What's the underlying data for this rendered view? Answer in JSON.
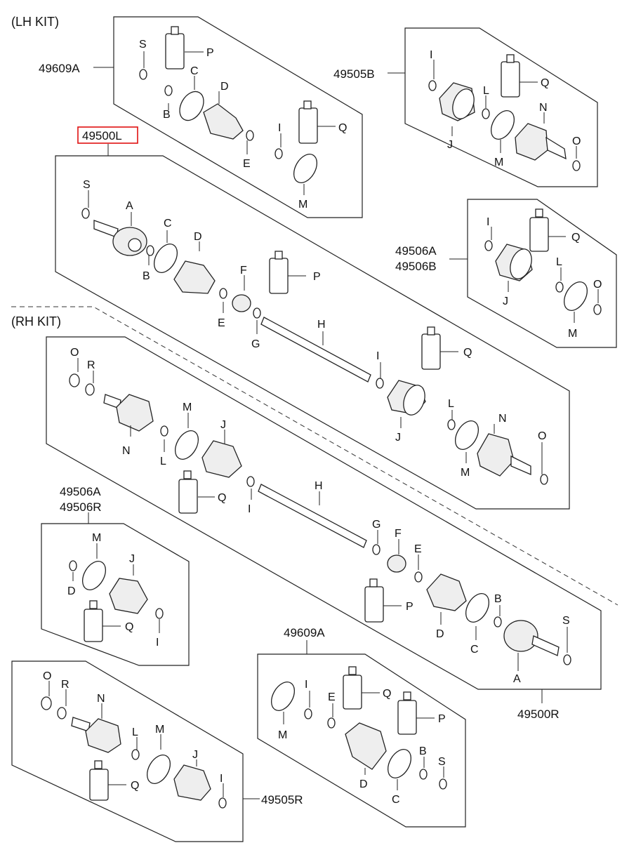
{
  "kit_labels": {
    "lh": "(LH KIT)",
    "rh": "(RH KIT)"
  },
  "part_numbers": {
    "lh_boot_kit_outer": "49609A",
    "lh_boot_kit_inner": "49505B",
    "lh_shaft_assy": "49500L",
    "lh_inner_boot_kit_a": "49506A",
    "lh_inner_boot_kit_b": "49506B",
    "rh_inner_boot_kit_a": "49506A",
    "rh_inner_boot_kit_r": "49506R",
    "rh_boot_kit_outer": "49609A",
    "rh_inner_joint_kit": "49505R",
    "rh_shaft_assy": "49500R"
  },
  "highlighted_part": "49500L",
  "highlight_color": "#e01010",
  "callouts": {
    "k1": [
      "S",
      "P",
      "C",
      "D",
      "B",
      "E",
      "I",
      "Q",
      "M"
    ],
    "k2": [
      "I",
      "Q",
      "L",
      "N",
      "J",
      "M",
      "O"
    ],
    "k3": [
      "S",
      "A",
      "C",
      "D",
      "B",
      "F",
      "P",
      "E",
      "G",
      "H",
      "I",
      "Q",
      "J",
      "L",
      "N",
      "M",
      "O"
    ],
    "k4": [
      "I",
      "Q",
      "L",
      "J",
      "M",
      "O"
    ],
    "k5": [
      "O",
      "R",
      "M",
      "J",
      "N",
      "L",
      "Q",
      "I",
      "H",
      "G",
      "F",
      "E",
      "P",
      "D",
      "B",
      "C",
      "S",
      "A"
    ],
    "k6": [
      "M",
      "D",
      "J",
      "Q",
      "I"
    ],
    "k7": [
      "O",
      "R",
      "N",
      "L",
      "M",
      "J",
      "Q",
      "I"
    ],
    "k8": [
      "I",
      "Q",
      "E",
      "P",
      "M",
      "D",
      "B",
      "S",
      "C"
    ]
  }
}
